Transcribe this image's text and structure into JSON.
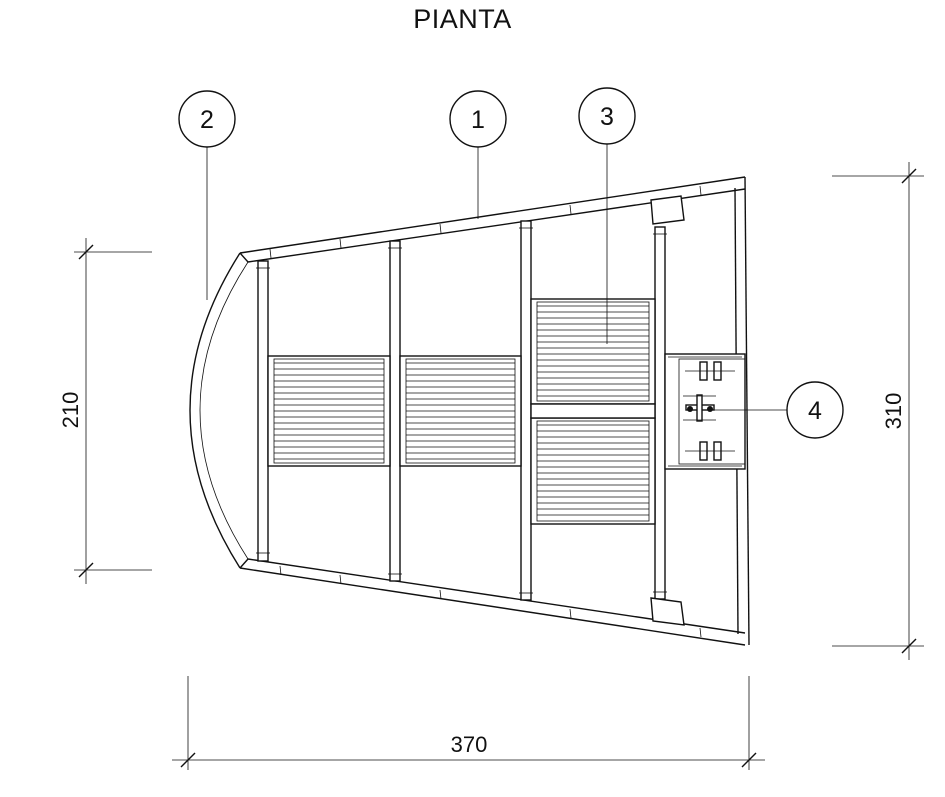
{
  "title": "PIANTA",
  "dimensions": {
    "width_total": "370",
    "height_left": "210",
    "height_right": "310"
  },
  "callouts": [
    "1",
    "2",
    "3",
    "4"
  ]
}
